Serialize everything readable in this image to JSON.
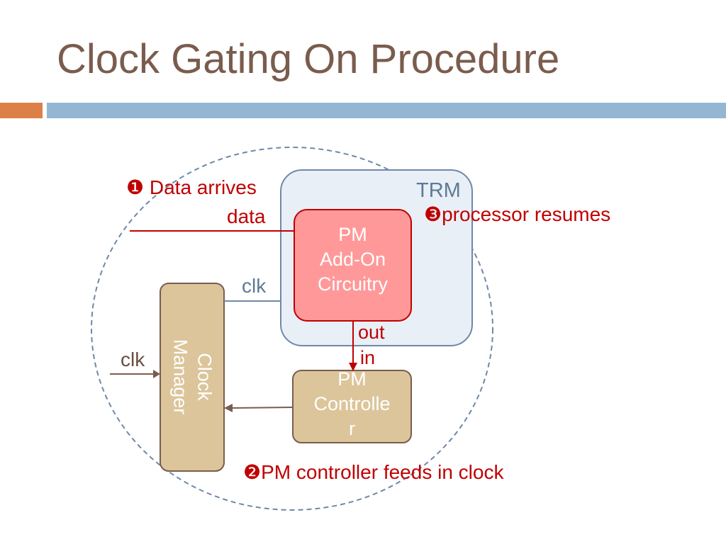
{
  "slide": {
    "title": "Clock Gating On Procedure"
  },
  "diagram": {
    "trm_label": "TRM",
    "pm_addon": {
      "line1": "PM",
      "line2": "Add-On",
      "line3": "Circuitry"
    },
    "pm_controller": {
      "line1": "PM",
      "line2": "Controlle",
      "line3": "r"
    },
    "clock_manager": {
      "line1": "Clock",
      "line2": "Manager"
    },
    "labels": {
      "data": "data",
      "clk_top": "clk",
      "clk_left": "clk",
      "out": "out",
      "in": "in"
    },
    "steps": {
      "step1": "❶ Data arrives",
      "step2": "❷PM controller feeds in clock",
      "step3": "❸processor resumes"
    },
    "colors": {
      "title": "#7a5c4d",
      "accent_orange": "#dd8047",
      "accent_blue": "#94b6d2",
      "trm_fill": "#e9eff7",
      "trm_border": "#6f88a8",
      "pm_addon_fill": "#ff9999",
      "pm_addon_border": "#c00000",
      "tan_fill": "#dcc59a",
      "tan_border": "#7a5c4d",
      "step_text": "#c00000"
    }
  }
}
